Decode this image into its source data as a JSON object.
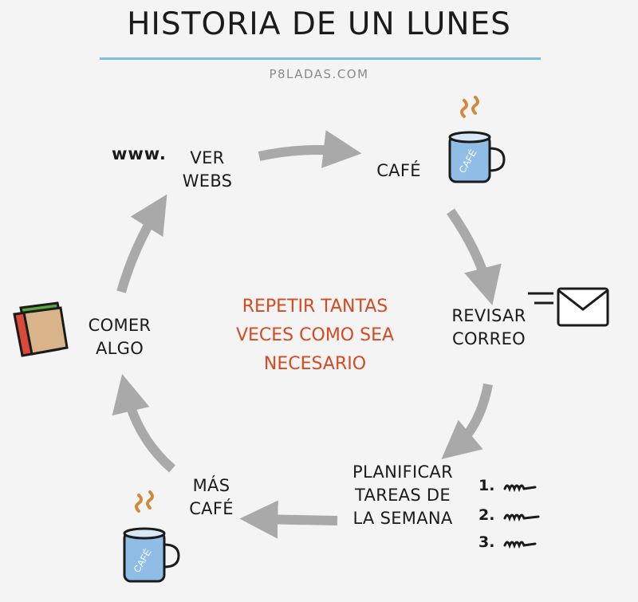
{
  "header": {
    "title": "HISTORIA DE UN LUNES",
    "site": "P8LADAS.COM"
  },
  "center_label": [
    "REPETIR TANTAS",
    "VECES COMO SEA",
    "NECESARIO"
  ],
  "steps": [
    {
      "lines": [
        "VER",
        "WEBS"
      ]
    },
    {
      "lines": [
        "CAFÉ"
      ]
    },
    {
      "lines": [
        "REVISAR",
        "CORREO"
      ]
    },
    {
      "lines": [
        "PLANIFICAR",
        "TAREAS DE",
        "LA SEMANA"
      ]
    },
    {
      "lines": [
        "MÁS",
        "CAFÉ"
      ]
    },
    {
      "lines": [
        "COMER",
        "ALGO"
      ]
    }
  ],
  "decorations": {
    "www_text": "www.",
    "mug_label": "CAFÉ",
    "list_numbers": [
      "1.",
      "2.",
      "3."
    ]
  },
  "icons": [
    "www-icon",
    "coffee-mug-icon",
    "envelope-icon",
    "task-list-icon",
    "coffee-mug-icon",
    "sandwich-icon"
  ],
  "colors": {
    "arrow": "#a9a9a9",
    "accent_text": "#d64a22",
    "underline": "#7ebfe0",
    "mug": "#8fbde6",
    "steam": "#d1893a"
  }
}
